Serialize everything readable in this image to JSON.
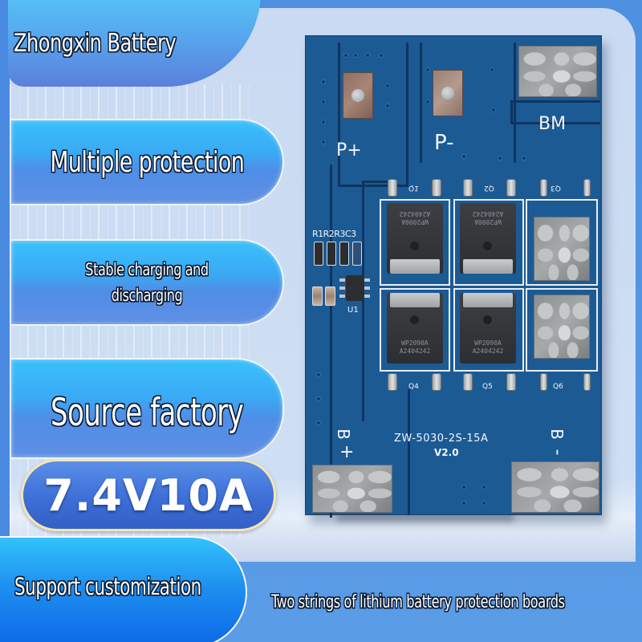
{
  "brand": {
    "title": "Zhongxin Battery"
  },
  "features": [
    {
      "label": "Multiple protection"
    },
    {
      "label": "Stable charging and discharging"
    },
    {
      "label": "Source factory"
    }
  ],
  "spec": {
    "label": "7.4V10A"
  },
  "customization": {
    "label": "Support customization"
  },
  "caption": {
    "text": "Two strings of lithium battery protection boards"
  },
  "board": {
    "model": "ZW-5030-2S-15A",
    "version": "V2.0",
    "terminals": {
      "p_plus": "P+",
      "p_minus": "P-",
      "bm": "BM",
      "b_plus_letter": "B",
      "b_plus_sign": "+",
      "b_minus_letter": "B",
      "b_minus_sign": "-"
    },
    "component_refs": {
      "resistors_caps": "R1R2R3C3",
      "ic": "U1",
      "q1": "Q1",
      "q2": "Q2",
      "q3": "Q3",
      "q4": "Q4",
      "q5": "Q5",
      "q6": "Q6"
    },
    "mosfets": [
      {
        "part": "WP2090A",
        "lot": "A2404242"
      },
      {
        "part": "WP2090A",
        "lot": "A2404242"
      },
      {
        "part": "WP2090A",
        "lot": "A2404242"
      },
      {
        "part": "WP2090A",
        "lot": "A2404242"
      }
    ]
  },
  "colors": {
    "background_blue": "#5a9ce6",
    "panel_light": "#cfdff3",
    "pill_cyan": "#39c0fb",
    "spec_pill_blue": "#3d6fd6",
    "spec_pill_border": "#f3e6b5",
    "pcb_blue": "#1c5a94",
    "silkscreen": "#f2f6fb"
  }
}
